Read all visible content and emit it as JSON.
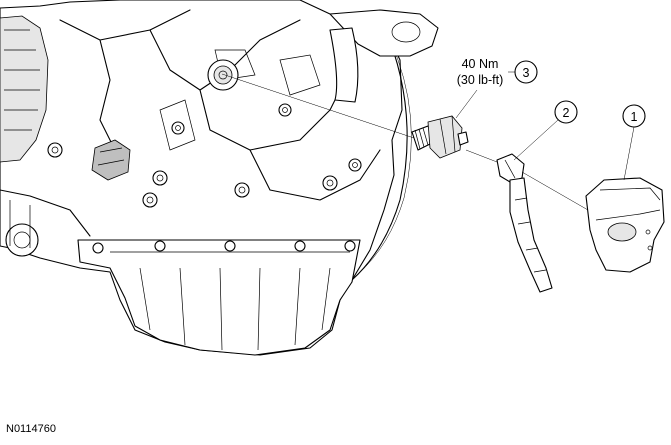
{
  "callouts": [
    {
      "number": "1"
    },
    {
      "number": "2"
    },
    {
      "number": "3"
    }
  ],
  "torque_spec": {
    "metric": "40 Nm",
    "imperial": "(30 lb-ft)"
  },
  "figure_id": "N0114760"
}
